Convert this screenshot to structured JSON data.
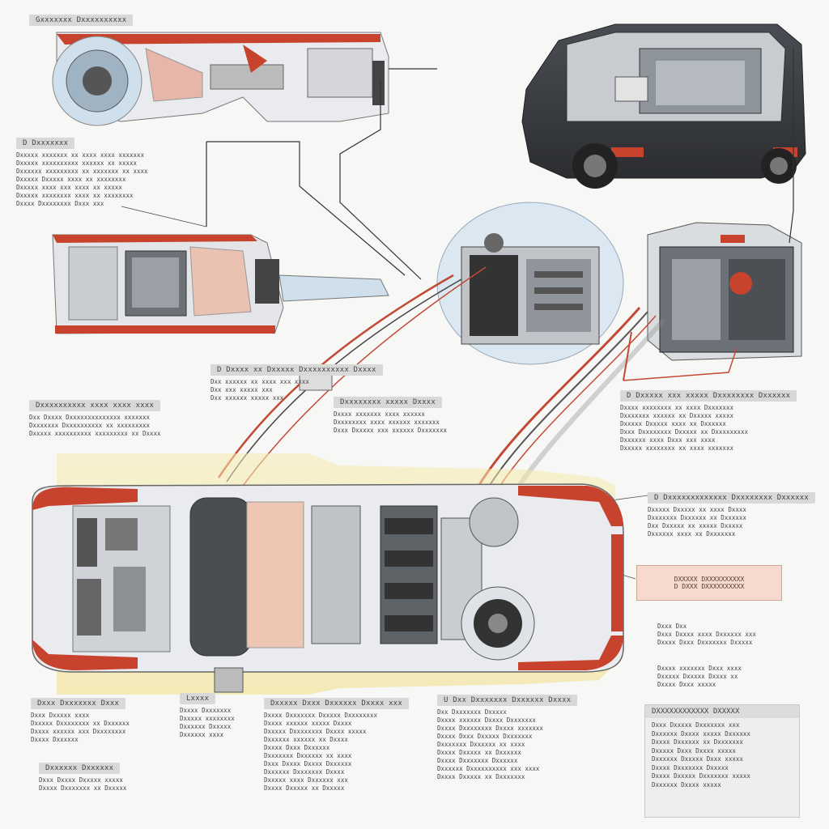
{
  "diagram": {
    "colors": {
      "body_red": "#c7432d",
      "chassis_gray": "#c9ccd0",
      "glass_blue": "#cfe0ec",
      "highlight_yellow": "#f3e59b",
      "car_dark": "#3b3d42",
      "wire_red": "#c24a35",
      "wire_black": "#222222"
    },
    "labels": {
      "top_left": "Gxxxxxxx Dxxxxxxxxxx",
      "left_upper_head": "D Dxxxxxxx",
      "left_upper_lines": [
        "Dxxxxx xxxxxxx xx xxxx xxxx xxxxxxx",
        "Dxxxxx xxxxxxxxxx xxxxxx xx xxxxx",
        "Dxxxxxx xxxxxxxxx xx xxxxxxx xx xxxx",
        "Dxxxxx Dxxxxx xxxx xx xxxxxxxx",
        "Dxxxxx xxxx xxx xxxx xx xxxxx",
        "Dxxxxx xxxxxxxx xxxx xx xxxxxxxx",
        "Dxxxx Dxxxxxxxx Dxxx xxx"
      ],
      "mid_center_head": "D Dxxxx xx Dxxxxx Dxxxxxxxxxx Dxxxx",
      "mid_center_lines": [
        "Dxx xxxxxx xx xxxx xxx xxxx",
        "Dxx xxx xxxxx xxx",
        "Dxx xxxxxx xxxxx xxx"
      ],
      "left_mid_head": "Dxxxxxxxxxx xxxx xxxx xxxx",
      "left_mid_lines": [
        "Dxx Dxxxx Dxxxxxxxxxxxxxx xxxxxxx",
        "Dxxxxxxx Dxxxxxxxxxx xx xxxxxxxxx",
        "Dxxxxx xxxxxxxxxx xxxxxxxxx xx Dxxxx"
      ],
      "center_mid_head": "Dxxxxxxxx xxxxx Dxxxx",
      "center_mid_lines": [
        "Dxxxx xxxxxxx xxxx xxxxxx",
        "Dxxxxxxxx xxxx xxxxxx xxxxxxx",
        "Dxxx Dxxxxx xxx xxxxxx Dxxxxxxx"
      ],
      "right_mid_head": "D Dxxxxx xxx xxxxx Dxxxxxxxx Dxxxxxx",
      "right_mid_lines": [
        "Dxxxx xxxxxxxx xx xxxx Dxxxxxxx",
        "Dxxxxxxx xxxxxx xx Dxxxxx xxxxx",
        "Dxxxxx Dxxxxx xxxx xx Dxxxxxx",
        "Dxxx Dxxxxxxxx Dxxxxx xx Dxxxxxxxxx",
        "Dxxxxxx xxxx Dxxx xxx xxxx",
        "Dxxxxx xxxxxxxx xx xxxx xxxxxxx"
      ],
      "right_lower_head": "D Dxxxxxxxxxxxxx Dxxxxxxxx Dxxxxxx",
      "right_lower_lines": [
        "Dxxxxx Dxxxxx xx xxxx Dxxxx",
        "Dxxxxxxx Dxxxxxx xx Dxxxxxx",
        "Dxx Dxxxxx xx xxxxx Dxxxxx",
        "Dxxxxxx xxxx xx Dxxxxxxx"
      ],
      "highlight_box": "DXXXXX DXXXXXXXXXX\nD DXXX DXXXXXXXXXX",
      "right_small_lines": [
        "Dxxx Dxx",
        "Dxxx Dxxxx xxxx Dxxxxxx xxx",
        "Dxxxx Dxxx Dxxxxxxx Dxxxxx"
      ],
      "right_small2_lines": [
        "Dxxxx xxxxxxx Dxxx xxxx",
        "Dxxxxx Dxxxxx Dxxxx xx",
        "Dxxxx Dxxx xxxxx"
      ],
      "bottom_left_head": "Dxxx Dxxxxxxx Dxxx",
      "bottom_left_lines": [
        "Dxxx Dxxxxx xxxx",
        "Dxxxxx Dxxxxxxxx xx Dxxxxxx",
        "Dxxxx xxxxxx xxx Dxxxxxxxx",
        "Dxxxx Dxxxxxx"
      ],
      "bottom_left2_head": "Dxxxxxx Dxxxxxx",
      "bottom_left2_lines": [
        "Dxxx Dxxxx Dxxxxx xxxxx",
        "Dxxxx Dxxxxxxx xx Dxxxxx"
      ],
      "bottom_center_small_head": "Lxxxx",
      "bottom_center_small_lines": [
        "Dxxxx Dxxxxxxx",
        "Dxxxxx xxxxxxxx",
        "Dxxxxxx Dxxxxx",
        "Dxxxxxx xxxx"
      ],
      "bottom_center_head": "Dxxxxx Dxxx Dxxxxxx Dxxxx xxx",
      "bottom_center_lines": [
        "Dxxxx Dxxxxxxx Dxxxxx Dxxxxxxxx",
        "Dxxxx xxxxxx xxxxx Dxxxx",
        "Dxxxxx Dxxxxxxxx Dxxxx xxxxx",
        "Dxxxxxx xxxxxx xx Dxxxx",
        "Dxxxx Dxxx Dxxxxxx",
        "Dxxxxxxx Dxxxxxx xx xxxx",
        "Dxxx Dxxxx Dxxxx Dxxxxxx",
        "Dxxxxxx Dxxxxxxx Dxxxx",
        "Dxxxxx xxxx Dxxxxxx xxx",
        "Dxxxx Dxxxxx xx Dxxxxx"
      ],
      "bottom_right_head": "U Dxx Dxxxxxxx Dxxxxxx Dxxxx",
      "bottom_right_lines": [
        "Dxx Dxxxxxxx Dxxxxx",
        "Dxxxx xxxxxx Dxxxx Dxxxxxxx",
        "Dxxxx Dxxxxxxxx Dxxxx xxxxxxx",
        "Dxxxx Dxxx Dxxxxx Dxxxxxxx",
        "Dxxxxxxx Dxxxxxx xx xxxx",
        "Dxxxx Dxxxxx xx Dxxxxxx",
        "Dxxxx Dxxxxxxx Dxxxxxx",
        "Dxxxxxx Dxxxxxxxxxx xxx xxxx",
        "Dxxxx Dxxxxx xx Dxxxxxxx"
      ],
      "panel_head": "DXXXXXXXXXXXX DXXXXX",
      "panel_lines": [
        "Dxxx Dxxxxx Dxxxxxxx xxx",
        "Dxxxxxx Dxxxx xxxxx Dxxxxxx",
        "Dxxxx Dxxxxxx xx Dxxxxxxx",
        "Dxxxxx Dxxx Dxxxx xxxxx",
        "Dxxxxxx Dxxxxx Dxxx xxxxx",
        "Dxxxx Dxxxxxxx Dxxxxx",
        "Dxxxx Dxxxxx Dxxxxxxx xxxxx",
        "Dxxxxxx Dxxxx xxxxx"
      ]
    }
  }
}
